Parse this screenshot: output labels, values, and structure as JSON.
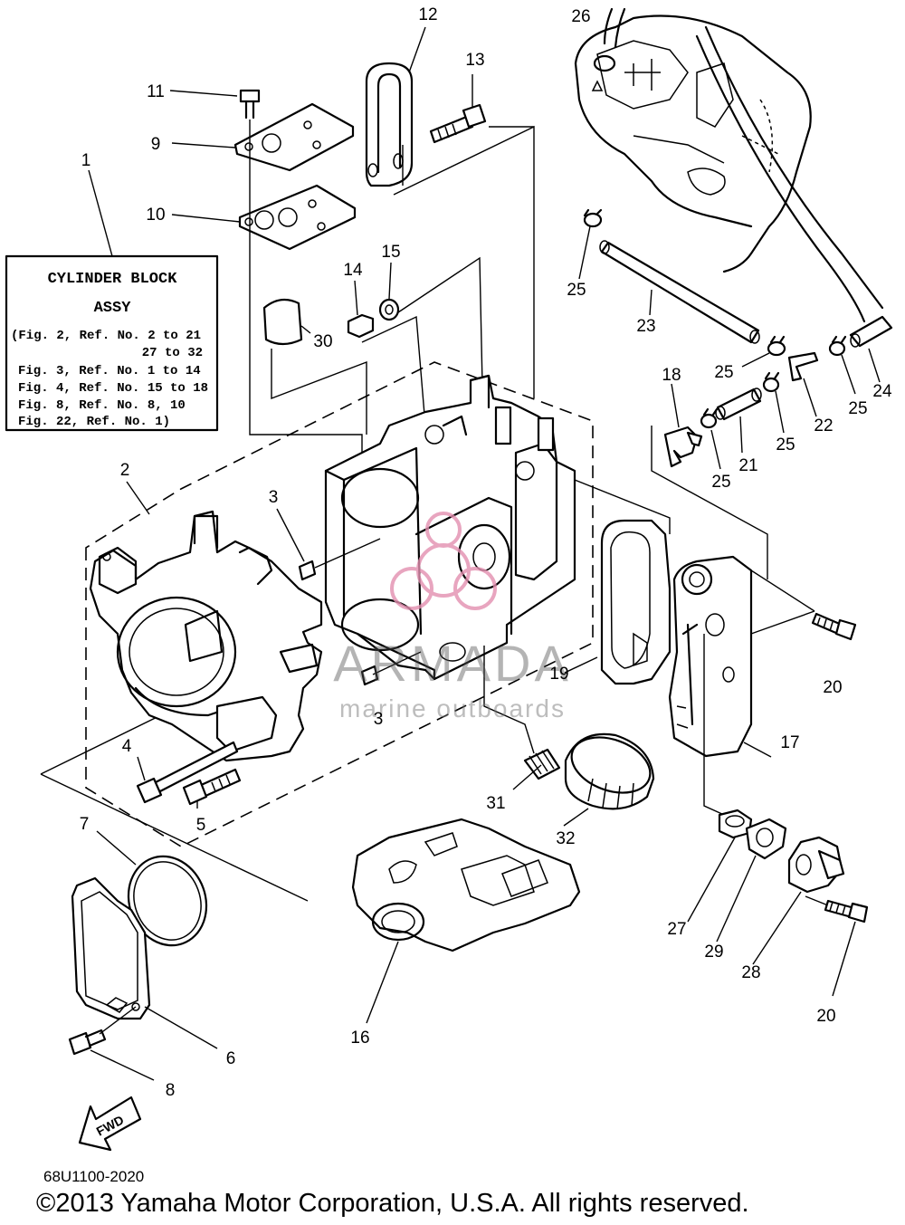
{
  "legend_box": {
    "line1": "CYLINDER BLOCK",
    "line2": "ASSY",
    "refs": [
      "(Fig. 2, Ref. No. 2 to 21",
      "27 to 32",
      "Fig. 3, Ref. No. 1 to 14",
      "Fig. 4, Ref. No. 15 to 18",
      "Fig. 8, Ref. No. 8, 10",
      "Fig. 22, Ref. No. 1)"
    ]
  },
  "callouts": {
    "c1": "1",
    "c2": "2",
    "c3a": "3",
    "c3b": "3",
    "c4": "4",
    "c5": "5",
    "c6": "6",
    "c7": "7",
    "c8": "8",
    "c9": "9",
    "c10": "10",
    "c11": "11",
    "c12": "12",
    "c13": "13",
    "c14": "14",
    "c15": "15",
    "c16": "16",
    "c17": "17",
    "c18": "18",
    "c19": "19",
    "c20a": "20",
    "c20b": "20",
    "c21": "21",
    "c22": "22",
    "c23": "23",
    "c24": "24",
    "c25a": "25",
    "c25b": "25",
    "c25c": "25",
    "c25d": "25",
    "c25e": "25",
    "c26": "26",
    "c27": "27",
    "c28": "28",
    "c29": "29",
    "c30": "30",
    "c31": "31",
    "c32": "32"
  },
  "watermark": {
    "brand": "ARMADA",
    "tagline": "marine outboards"
  },
  "fwd_label": "FWD",
  "diagram_code": "68U1100-2020",
  "copyright": "©2013 Yamaha Motor Corporation, U.S.A. All rights reserved.",
  "colors": {
    "line": "#000000",
    "watermark_logo": "#e38fb0",
    "background": "#ffffff"
  }
}
